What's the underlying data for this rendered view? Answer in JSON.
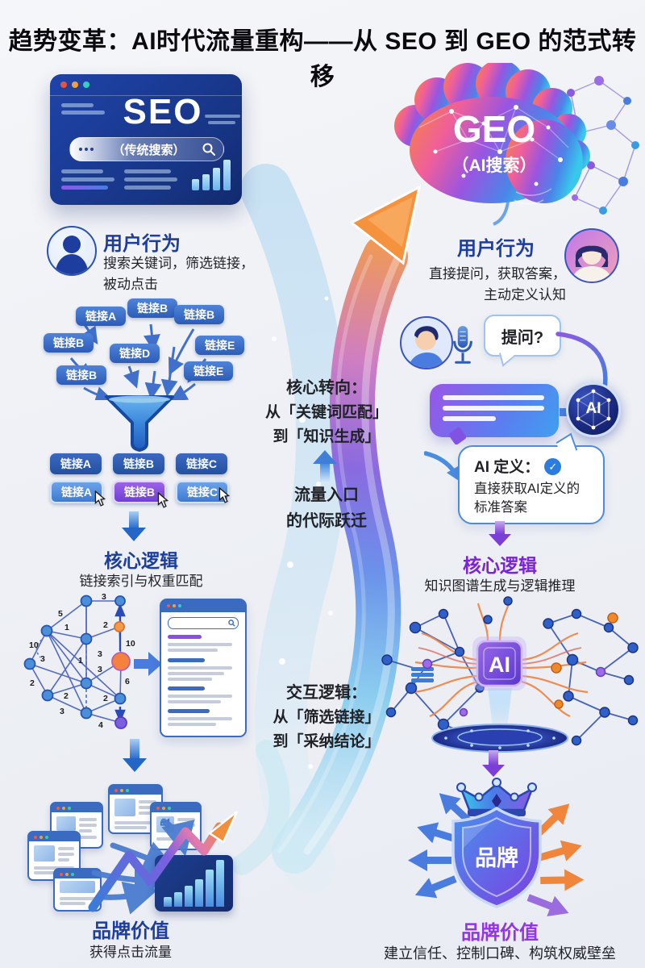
{
  "page": {
    "title": "趋势变革：AI时代流量重构——从 SEO 到 GEO 的范式转移"
  },
  "colors": {
    "primary_blue": "#1d3e9e",
    "accent_purple": "#7b3fe2",
    "accent_orange": "#f5923e",
    "link_chip_blue": "#2d5cb8",
    "highlight_chip_purple": "#7f46dd"
  },
  "seo": {
    "window": {
      "title": "SEO",
      "subtitle": "（传统搜索）"
    },
    "user_behavior": {
      "heading": "用户行为",
      "line1": "搜索关键词，筛选链接，",
      "line2": "被动点击"
    },
    "scatter_links": [
      "链接A",
      "链接B",
      "链接B",
      "链接B",
      "链接D",
      "链接E",
      "链接B",
      "链接E"
    ],
    "serp_row1": [
      "链接A",
      "链接B",
      "链接C"
    ],
    "serp_row2": [
      "链接A",
      "链接B",
      "链接C"
    ],
    "core_logic": {
      "heading": "核心逻辑",
      "subtitle": "链接索引与权重匹配"
    },
    "graph_weights": [
      "3",
      "5",
      "1",
      "2",
      "10",
      "10",
      "3",
      "1",
      "3",
      "3",
      "2",
      "6",
      "2",
      "2",
      "3",
      "4"
    ],
    "brand": {
      "heading": "品牌价值",
      "subtitle": "获得点击流量"
    }
  },
  "center": {
    "shift": {
      "title": "核心转向：",
      "line1": "从「关键词匹配」",
      "line2": "到「知识生成」"
    },
    "leap": {
      "line1": "流量入口",
      "line2": "的代际跃迁"
    },
    "interaction": {
      "title": "交互逻辑：",
      "line1": "从「筛选链接」",
      "line2": "到「采纳结论」"
    }
  },
  "geo": {
    "brain": {
      "title": "GEO",
      "subtitle": "（AI搜索）"
    },
    "user_behavior": {
      "heading": "用户行为",
      "line1": "直接提问，获取答案，",
      "line2": "主动定义认知"
    },
    "ask_bubble": "提问?",
    "ai_badge": "AI",
    "definition": {
      "title": "AI 定义：",
      "check": "✓",
      "line1": "直接获取AI定义的",
      "line2": "标准答案"
    },
    "core_logic": {
      "heading": "核心逻辑",
      "subtitle": "知识图谱生成与逻辑推理"
    },
    "chip_label": "AI",
    "shield_label": "品牌",
    "brand": {
      "heading": "品牌价值",
      "subtitle": "建立信任、控制口碑、构筑权威壁垒"
    }
  }
}
